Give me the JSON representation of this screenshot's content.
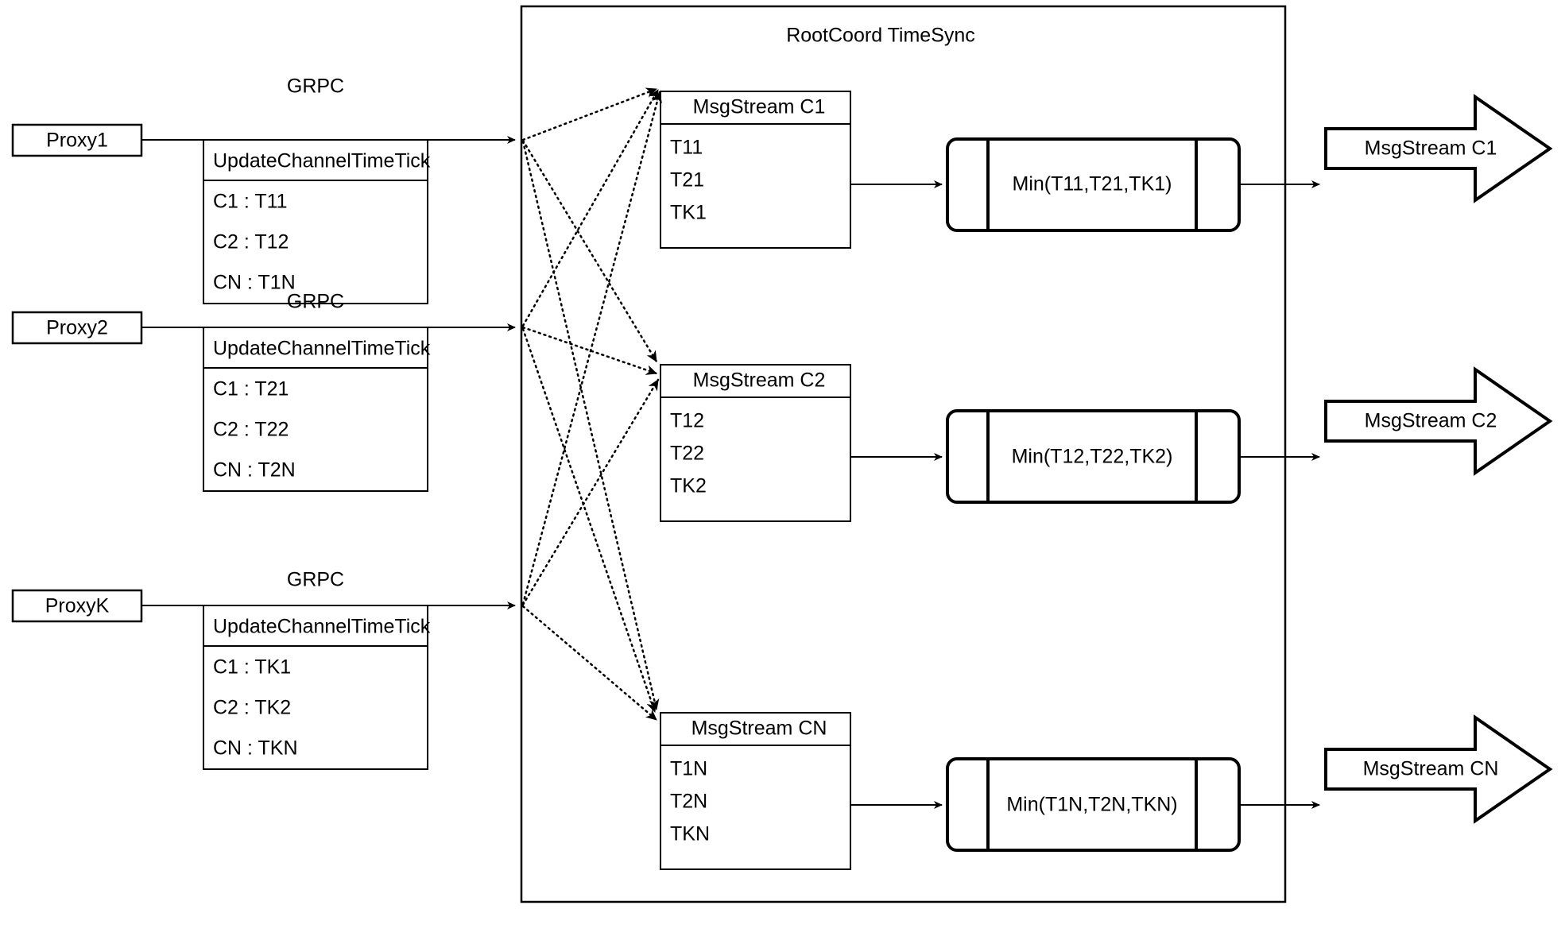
{
  "diagram": {
    "container_title": "RootCoord TimeSync",
    "link_label": "GRPC",
    "request_title": "UpdateChannelTimeTick",
    "rows": [
      {
        "proxy": "Proxy1",
        "grpc": "GRPC",
        "request_title": "UpdateChannelTimeTick",
        "request_entries": [
          "C1 :  T11",
          "C2 :  T12",
          "CN : T1N"
        ],
        "msgstream_title": "MsgStream C1",
        "msgstream_entries": [
          "T11",
          "T21",
          "TK1"
        ],
        "process": "Min(T11,T21,TK1)",
        "output": "MsgStream C1"
      },
      {
        "proxy": "Proxy2",
        "grpc": "GRPC",
        "request_title": "UpdateChannelTimeTick",
        "request_entries": [
          "C1 :  T21",
          "C2 :  T22",
          "CN : T2N"
        ],
        "msgstream_title": "MsgStream C2",
        "msgstream_entries": [
          "T12",
          "T22",
          "TK2"
        ],
        "process": "Min(T12,T22,TK2)",
        "output": "MsgStream C2"
      },
      {
        "proxy": "ProxyK",
        "grpc": "GRPC",
        "request_title": "UpdateChannelTimeTick",
        "request_entries": [
          "C1 :  TK1",
          "C2 :  TK2",
          "CN : TKN"
        ],
        "msgstream_title": "MsgStream CN",
        "msgstream_entries": [
          "T1N",
          "T2N",
          "TKN"
        ],
        "process": "Min(T1N,T2N,TKN)",
        "output": "MsgStream CN"
      }
    ],
    "colors": {
      "stroke": "#000000",
      "background": "#ffffff",
      "text": "#000000"
    }
  }
}
